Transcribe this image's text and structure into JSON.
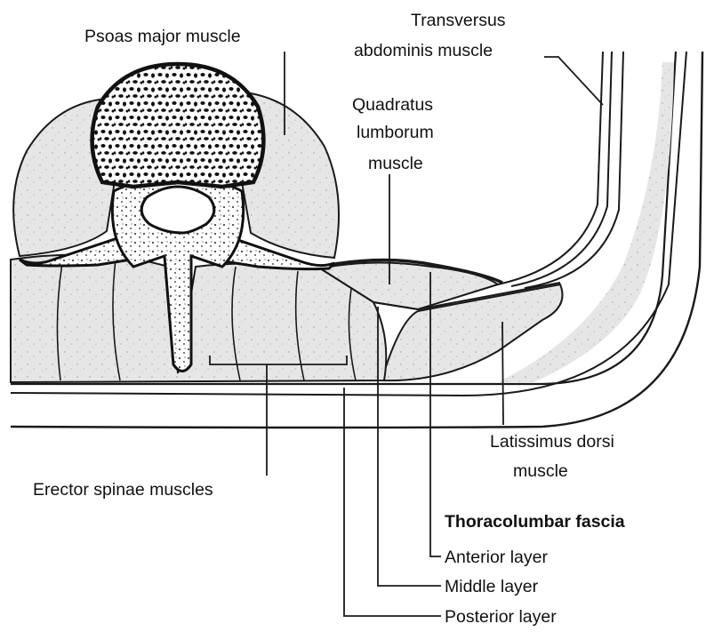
{
  "labels": {
    "psoas": "Psoas major muscle",
    "transversus_1": "Transversus",
    "transversus_2": "abdominis muscle",
    "quadratus_1": "Quadratus",
    "quadratus_2": "lumborum",
    "quadratus_3": "muscle",
    "latissimus_1": "Latissimus dorsi",
    "latissimus_2": "muscle",
    "erector": "Erector spinae muscles",
    "fascia_title": "Thoracolumbar fascia",
    "anterior": "Anterior layer",
    "middle": "Middle layer",
    "posterior": "Posterior layer"
  }
}
